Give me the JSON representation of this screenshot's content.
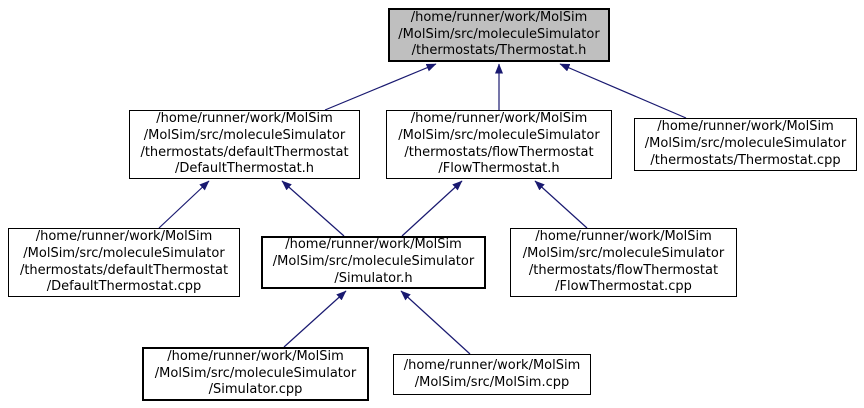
{
  "diagram": {
    "type": "include-dependency-graph",
    "colors": {
      "edge": "#191970",
      "node_fill": "#ffffff",
      "highlight_fill": "#bfbfbf",
      "border": "#000000"
    },
    "nodes": [
      {
        "id": "thermostat-h",
        "highlighted": true,
        "lines": [
          "/home/runner/work/MolSim",
          "/MolSim/src/moleculeSimulator",
          "/thermostats/Thermostat.h"
        ]
      },
      {
        "id": "default-thermostat-h",
        "highlighted": false,
        "lines": [
          "/home/runner/work/MolSim",
          "/MolSim/src/moleculeSimulator",
          "/thermostats/defaultThermostat",
          "/DefaultThermostat.h"
        ]
      },
      {
        "id": "flow-thermostat-h",
        "highlighted": false,
        "lines": [
          "/home/runner/work/MolSim",
          "/MolSim/src/moleculeSimulator",
          "/thermostats/flowThermostat",
          "/FlowThermostat.h"
        ]
      },
      {
        "id": "thermostat-cpp",
        "highlighted": false,
        "lines": [
          "/home/runner/work/MolSim",
          "/MolSim/src/moleculeSimulator",
          "/thermostats/Thermostat.cpp"
        ]
      },
      {
        "id": "default-thermostat-cpp",
        "highlighted": false,
        "lines": [
          "/home/runner/work/MolSim",
          "/MolSim/src/moleculeSimulator",
          "/thermostats/defaultThermostat",
          "/DefaultThermostat.cpp"
        ]
      },
      {
        "id": "simulator-h",
        "highlighted": false,
        "lines": [
          "/home/runner/work/MolSim",
          "/MolSim/src/moleculeSimulator",
          "/Simulator.h"
        ]
      },
      {
        "id": "flow-thermostat-cpp",
        "highlighted": false,
        "lines": [
          "/home/runner/work/MolSim",
          "/MolSim/src/moleculeSimulator",
          "/thermostats/flowThermostat",
          "/FlowThermostat.cpp"
        ]
      },
      {
        "id": "simulator-cpp",
        "highlighted": false,
        "lines": [
          "/home/runner/work/MolSim",
          "/MolSim/src/moleculeSimulator",
          "/Simulator.cpp"
        ]
      },
      {
        "id": "molsim-cpp",
        "highlighted": false,
        "lines": [
          "/home/runner/work/MolSim",
          "/MolSim/src/MolSim.cpp"
        ]
      }
    ],
    "edges": [
      {
        "from": "default-thermostat-h",
        "to": "thermostat-h"
      },
      {
        "from": "flow-thermostat-h",
        "to": "thermostat-h"
      },
      {
        "from": "thermostat-cpp",
        "to": "thermostat-h"
      },
      {
        "from": "default-thermostat-cpp",
        "to": "default-thermostat-h"
      },
      {
        "from": "simulator-h",
        "to": "default-thermostat-h"
      },
      {
        "from": "simulator-h",
        "to": "flow-thermostat-h"
      },
      {
        "from": "flow-thermostat-cpp",
        "to": "flow-thermostat-h"
      },
      {
        "from": "simulator-cpp",
        "to": "simulator-h"
      },
      {
        "from": "molsim-cpp",
        "to": "simulator-h"
      }
    ]
  }
}
